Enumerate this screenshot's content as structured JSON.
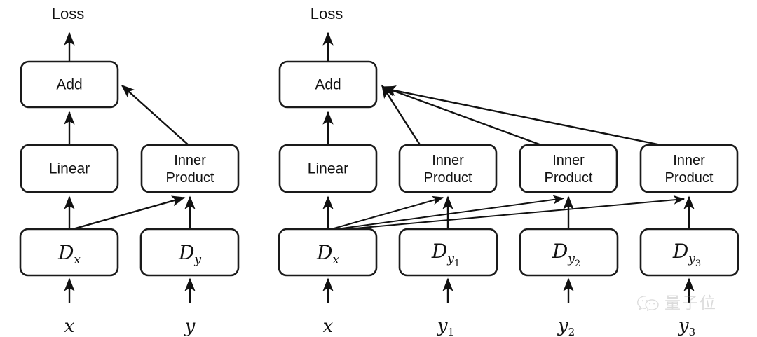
{
  "figure": {
    "background_color": "#ffffff",
    "stroke_color": "#111111",
    "box_fill": "#ffffff"
  },
  "left_diagram": {
    "loss_label": "Loss",
    "nodes": {
      "add": "Add",
      "linear": "Linear",
      "inner_product_line1": "Inner",
      "inner_product_line2": "Product",
      "d_x_base": "D",
      "d_x_sub": "x",
      "d_y_base": "D",
      "d_y_sub": "y"
    },
    "inputs": {
      "x": "x",
      "y": "y"
    }
  },
  "right_diagram": {
    "loss_label": "Loss",
    "nodes": {
      "add": "Add",
      "linear": "Linear",
      "inner_product_1_line1": "Inner",
      "inner_product_1_line2": "Product",
      "inner_product_2_line1": "Inner",
      "inner_product_2_line2": "Product",
      "inner_product_3_line1": "Inner",
      "inner_product_3_line2": "Product",
      "d_x_base": "D",
      "d_x_sub": "x",
      "d_y1_base": "D",
      "d_y1_sub": "y",
      "d_y1_subnum": "1",
      "d_y2_base": "D",
      "d_y2_sub": "y",
      "d_y2_subnum": "2",
      "d_y3_base": "D",
      "d_y3_sub": "y",
      "d_y3_subnum": "3"
    },
    "inputs": {
      "x": "x",
      "y1_base": "y",
      "y1_sub": "1",
      "y2_base": "y",
      "y2_sub": "2",
      "y3_base": "y",
      "y3_sub": "3"
    }
  },
  "watermark": {
    "text": "量子位",
    "logo": "wechat-logo",
    "color": "#8c8c8c"
  }
}
